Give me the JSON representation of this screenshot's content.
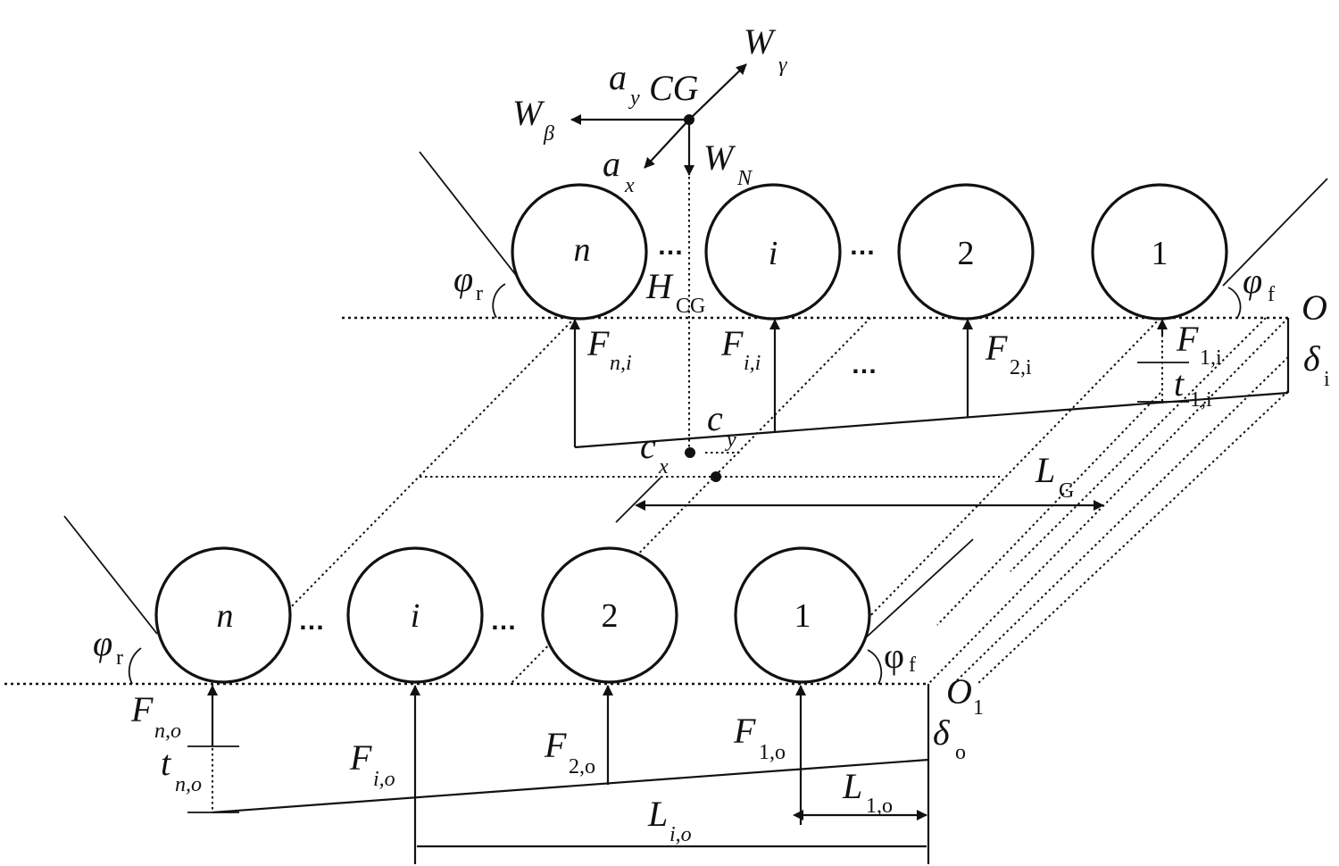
{
  "labels": {
    "cg": "CG",
    "w_gamma": "W",
    "w_gamma_sub": "γ",
    "w_beta": "W",
    "w_beta_sub": "β",
    "w_n": "W",
    "w_n_sub": "N",
    "a_y": "a",
    "a_y_sub": "y",
    "a_x": "a",
    "a_x_sub": "x",
    "h_cg": "H",
    "h_cg_sub": "CG",
    "phi_r_top": "φ",
    "phi_r_top_sub": "r",
    "phi_f_top": "φ",
    "phi_f_top_sub": "f",
    "phi_r_bot": "φ",
    "phi_r_bot_sub": "r",
    "phi_f_bot": "φ",
    "phi_f_bot_sub": "f",
    "o": "O",
    "o1": "O",
    "o1_sub": "1",
    "delta_i": "δ",
    "delta_i_sub": "i",
    "delta_o": "δ",
    "delta_o_sub": "o",
    "c_x": "c",
    "c_x_sub": "x",
    "c_y": "c",
    "c_y_sub": "y",
    "l_g": "L",
    "l_g_sub": "G",
    "l_io": "L",
    "l_io_sub": "i,o",
    "l_1o": "L",
    "l_1o_sub": "1,o",
    "f_ni": "F",
    "f_ni_sub": "n,i",
    "f_ii": "F",
    "f_ii_sub": "i,i",
    "f_2i": "F",
    "f_2i_sub": "2,i",
    "f_1i": "F",
    "f_1i_sub": "1,i",
    "t_1i": "t",
    "t_1i_sub": "1,i",
    "f_no": "F",
    "f_no_sub": "n,o",
    "f_io": "F",
    "f_io_sub": "i,o",
    "f_2o": "F",
    "f_2o_sub": "2,o",
    "f_1o": "F",
    "f_1o_sub": "1,o",
    "t_no": "t",
    "t_no_sub": "n,o"
  },
  "wheels_inner": [
    "n",
    "i",
    "2",
    "1"
  ],
  "wheels_outer": [
    "n",
    "i",
    "2",
    "1"
  ],
  "ellipsis": "…"
}
